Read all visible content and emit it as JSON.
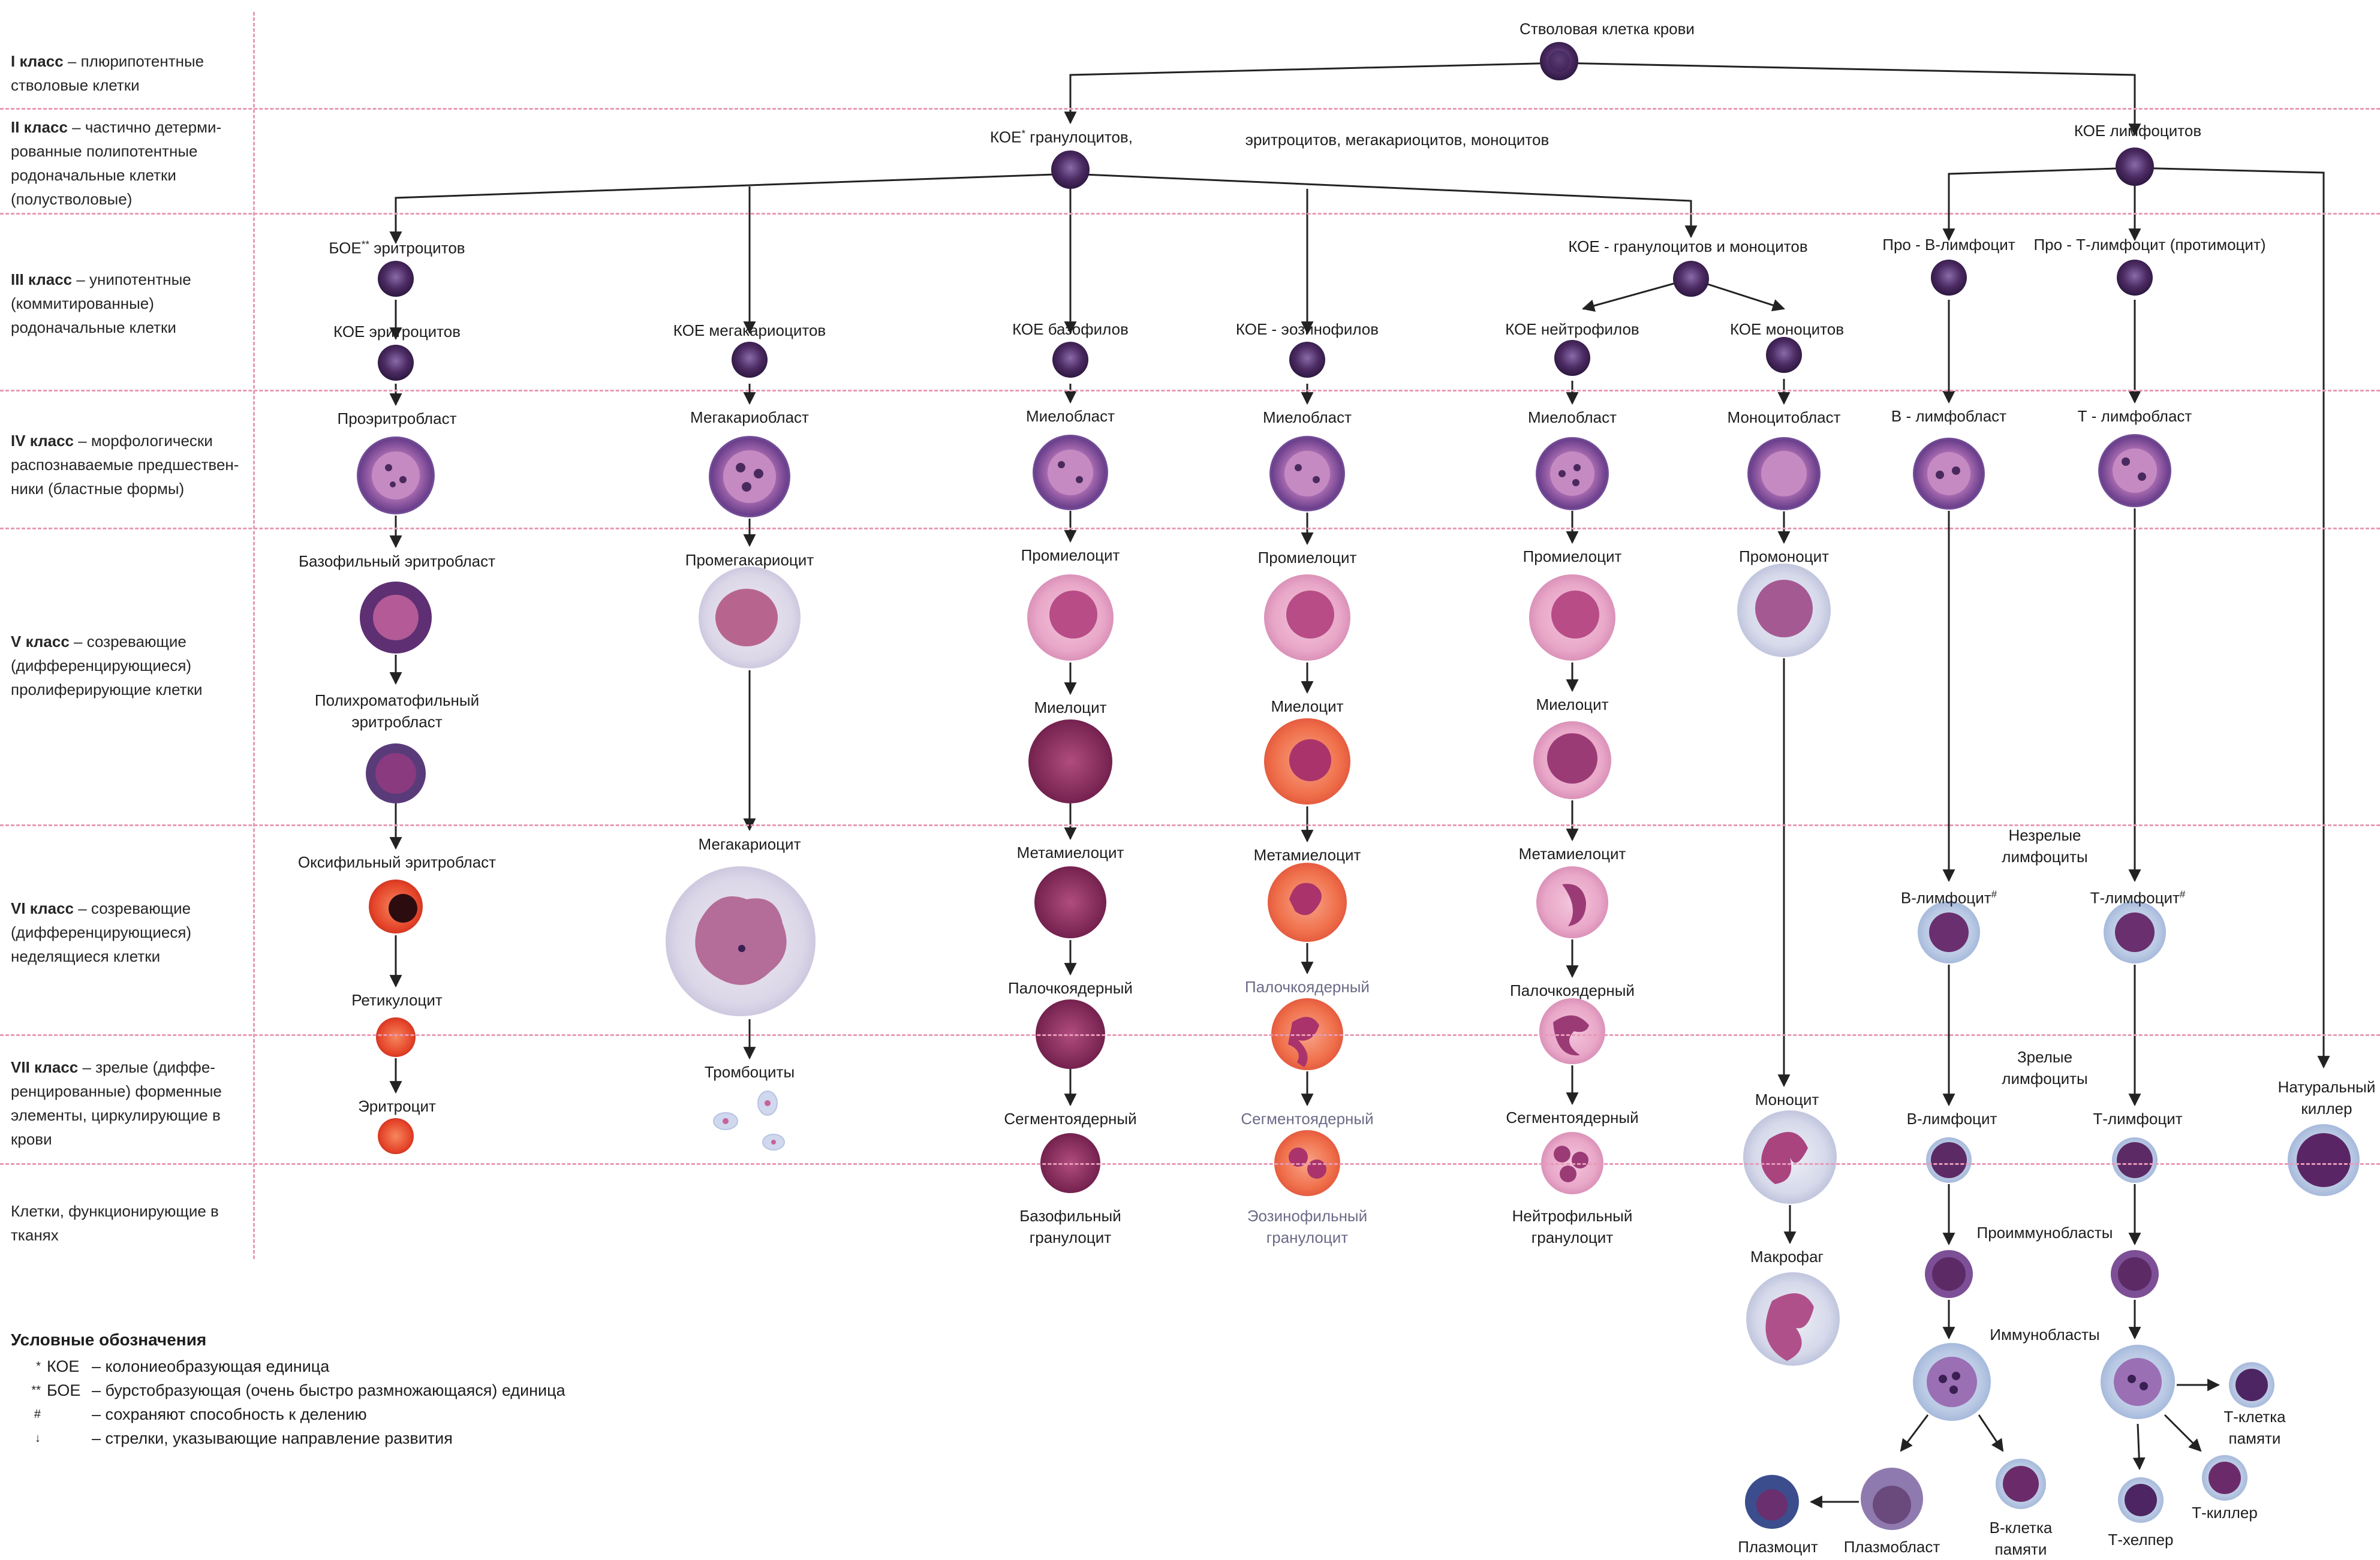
{
  "classes": [
    {
      "head": "I класс",
      "text": " – плюрипотентные стволовые клетки"
    },
    {
      "head": "II класс",
      "text": " – частично детерми-рованные полипотентные родоначальные клетки (полустволовые)"
    },
    {
      "head": "III  класс",
      "text": " – унипотентные (коммитированные) родоначальные клетки"
    },
    {
      "head": "IV класс",
      "text": " – морфологически распознаваемые предшествен-ники (бластные формы)"
    },
    {
      "head": "V класс",
      "text": " – созревающие (дифференцирующиеся) пролиферирующие клетки"
    },
    {
      "head": "VI класс",
      "text": " – созревающие (дифференцирующиеся) неделящиеся клетки"
    },
    {
      "head": "VII класс",
      "text": " – зрелые (диффе-ренцированные) форменные элементы, циркулирующие в крови"
    },
    {
      "head": "",
      "text": "Клетки, функционирующие в тканях"
    }
  ],
  "stem": {
    "label": "Стволовая клетка крови"
  },
  "class2": {
    "koe_mixed": "КОЕ",
    "koe_mixed_sup": "*",
    "koe_mixed_rest": " гранулоцитов,",
    "koe_mixed_cont": "эритроцитов, мегакариоцитов, моноцитов",
    "koe_lymph": "КОЕ лимфоцитов"
  },
  "erythro": {
    "boe": "БОЕ",
    "boe_sup": "**",
    "boe_rest": " эритроцитов",
    "koe": "КОЕ эритроцитов",
    "stages": [
      "Проэритробласт",
      "Базофильный эритробласт",
      "Полихроматофильный эритробласт",
      "Оксифильный эритробласт",
      "Ретикулоцит",
      "Эритроцит"
    ]
  },
  "mega": {
    "koe": "КОЕ мегакариоцитов",
    "stages": [
      "Мегакариобласт",
      "Промегакариоцит",
      "Мегакариоцит",
      "Тромбоциты"
    ]
  },
  "baso": {
    "koe": "КОЕ базофилов",
    "stages": [
      "Миелобласт",
      "Промиелоцит",
      "Миелоцит",
      "Метамиелоцит",
      "Палочкоядерный",
      "Сегментоядерный",
      "Базофильный гранулоцит"
    ]
  },
  "eos": {
    "koe": "КОЕ - эозинофилов",
    "stages": [
      "Миелобласт",
      "Промиелоцит",
      "Миелоцит",
      "Метамиелоцит",
      "Палочкоядерный",
      "Сегментоядерный",
      "Эозинофильный гранулоцит"
    ]
  },
  "gm": {
    "koe": "КОЕ - гранулоцитов и моноцитов"
  },
  "neut": {
    "koe": "КОЕ нейтрофилов",
    "stages": [
      "Миелобласт",
      "Промиелоцит",
      "Миелоцит",
      "Метамиелоцит",
      "Палочкоядерный",
      "Сегментоядерный",
      "Нейтрофильный гранулоцит"
    ]
  },
  "mono": {
    "koe": "КОЕ моноцитов",
    "stages": [
      "Моноцитобласт",
      "Промоноцит",
      "Моноцит",
      "Макрофаг"
    ]
  },
  "blymph": {
    "pro": "Про - В-лимфоцит",
    "blast": "В - лимфобласт",
    "immature": "В-лимфоцит",
    "immature_sup": "#",
    "mature": "В-лимфоцит",
    "memory": "В-клетка памяти",
    "plasmablast": "Плазмобласт",
    "plasmocyte": "Плазмоцит"
  },
  "tlymph": {
    "pro": "Про - Т-лимфоцит (протимоцит)",
    "blast": "Т - лимфобласт",
    "immature": "Т-лимфоцит",
    "immature_sup": "#",
    "mature": "Т-лимфоцит",
    "memory": "Т-клетка памяти",
    "killer": "Т-киллер",
    "helper": "Т-хелпер"
  },
  "mid": {
    "immature_lymph": "Незрелые лимфоциты",
    "mature_lymph": "Зрелые лимфоциты",
    "proimmuno": "Проиммунобласты",
    "immuno": "Иммунобласты"
  },
  "nk": {
    "label": "Натуральный киллер"
  },
  "legend": {
    "title": "Условные обозначения",
    "rows": [
      {
        "sym": "*",
        "abbr": "КОЕ",
        "text": "– колониеобразующая единица"
      },
      {
        "sym": "**",
        "abbr": "БОЕ",
        "text": "– бурстобразующая (очень быстро размножающаяся) единица"
      },
      {
        "sym": "#",
        "abbr": "",
        "text": "– сохраняют способность к делению"
      },
      {
        "sym": "↓",
        "abbr": "",
        "text": "– стрелки, указывающие направление развития"
      }
    ]
  },
  "colors": {
    "separator": "#e79ab8",
    "cell_dark": "#4a2a5e",
    "cell_blast": "#7a4f96",
    "cell_pink": "#e3a2c4",
    "erythrocyte": "#e5452a",
    "eosinophil": "#f06a4c"
  }
}
